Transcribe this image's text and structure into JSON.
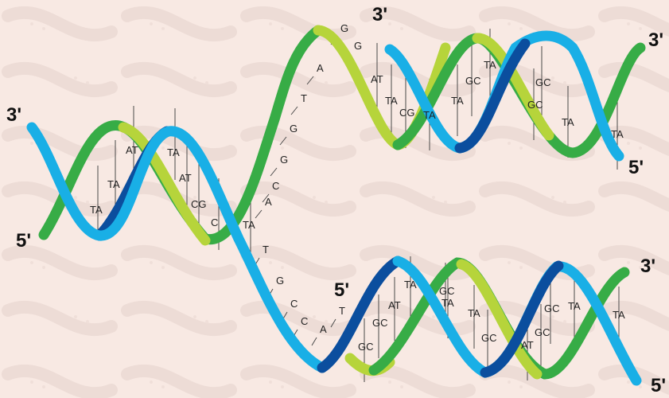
{
  "colors": {
    "background": "#f8e9e3",
    "pattern": "#e6d4ce",
    "strand_light_blue": "#19afe6",
    "strand_dark_blue": "#0b4e9e",
    "strand_green": "#37ac46",
    "strand_light_green": "#b6d43b",
    "rung": "#4a4a4a",
    "text": "#222222"
  },
  "end_labels": {
    "parent_left_top": "3'",
    "parent_left_bottom": "5'",
    "upper_copy_start": "3'",
    "upper_copy_right_top": "3'",
    "upper_copy_right_bottom": "5'",
    "lower_copy_start": "5'",
    "lower_copy_right_top": "3'",
    "lower_copy_right_bottom": "5'"
  },
  "parent_pairs": [
    "TA",
    "TA",
    "AT",
    "TA",
    "AT",
    "CG",
    "C",
    "TA"
  ],
  "upper_fork_bases": [
    "G",
    "G",
    "A",
    "T",
    "G",
    "G",
    "C",
    "A"
  ],
  "lower_fork_bases": [
    "T",
    "G",
    "C",
    "C",
    "A",
    "T"
  ],
  "upper_copy_pairs": [
    "AT",
    "TA",
    "CG",
    "TA",
    "TA",
    "GC",
    "TA",
    "GC",
    "GC",
    "TA",
    "TA"
  ],
  "lower_copy_pairs": [
    "GC",
    "GC",
    "AT",
    "TA",
    "GC",
    "TA",
    "TA",
    "GC",
    "AT",
    "GC",
    "GC",
    "TA",
    "TA"
  ]
}
